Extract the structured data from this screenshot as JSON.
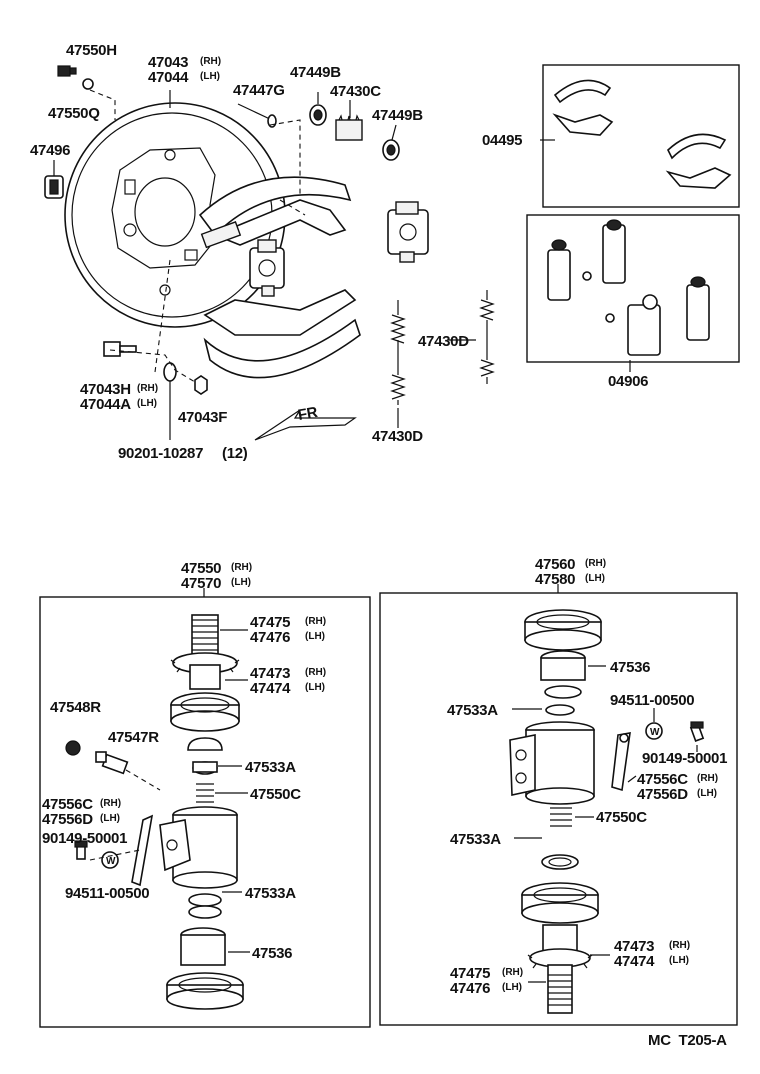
{
  "labels": {
    "p47550H": "47550H",
    "p47550Q": "47550Q",
    "p47043": "47043",
    "p47044": "47044",
    "rh1": "(RH)",
    "lh1": "(LH)",
    "p47447G": "47447G",
    "p47449B_a": "47449B",
    "p47430C": "47430C",
    "p47449B_b": "47449B",
    "p04495": "04495",
    "p47496": "47496",
    "p47430D_a": "47430D",
    "p04906": "04906",
    "p47043H": "47043H",
    "rh2": "(RH)",
    "p47044A": "47044A",
    "lh2": "(LH)",
    "p47043F": "47043F",
    "fr": "FR",
    "p47430D_b": "47430D",
    "p90201": "90201-10287",
    "qty12": "(12)",
    "p47550": "47550",
    "rh3": "(RH)",
    "p47570": "47570",
    "lh3": "(LH)",
    "p47475_l": "47475",
    "rh4": "(RH)",
    "p47476_l": "47476",
    "lh4": "(LH)",
    "p47473_l": "47473",
    "rh5": "(RH)",
    "p47474_l": "47474",
    "lh5": "(LH)",
    "p47548R": "47548R",
    "p47547R": "47547R",
    "p47533A_l1": "47533A",
    "p47550C_l": "47550C",
    "p47556C_l": "47556C",
    "rh6": "(RH)",
    "p47556D_l": "47556D",
    "lh6": "(LH)",
    "p90149_l": "90149-50001",
    "p94511_l": "94511-00500",
    "p47533A_l2": "47533A",
    "p47536_l": "47536",
    "p47560": "47560",
    "rh7": "(RH)",
    "p47580": "47580",
    "lh7": "(LH)",
    "p47536_r": "47536",
    "p94511_r": "94511-00500",
    "p47533A_r1": "47533A",
    "p90149_r": "90149-50001",
    "p47556C_r": "47556C",
    "rh8": "(RH)",
    "p47556D_r": "47556D",
    "lh8": "(LH)",
    "p47550C_r": "47550C",
    "p47533A_r2": "47533A",
    "p47473_r": "47473",
    "rh9": "(RH)",
    "p47474_r": "47474",
    "lh9": "(LH)",
    "p47475_r": "47475",
    "rh10": "(RH)",
    "p47476_r": "47476",
    "lh10": "(LH)",
    "footer": "MC  T205-A",
    "washer_w": "W"
  }
}
